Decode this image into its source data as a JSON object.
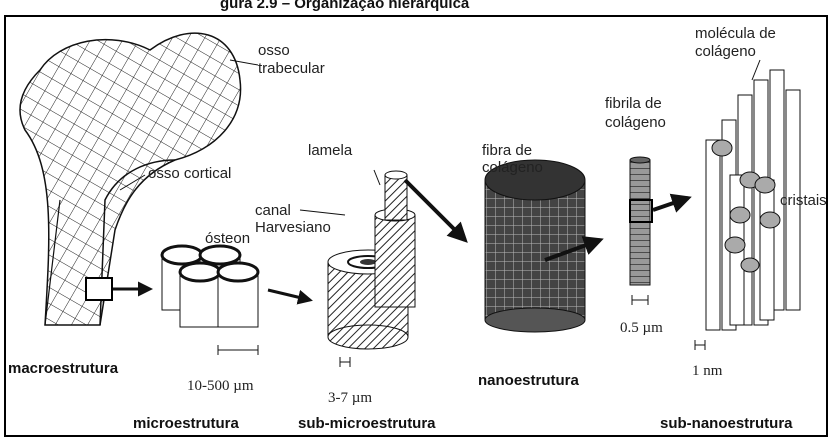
{
  "caption_partial": "gura 2.9 – Organização hierárquica",
  "labels": {
    "osso_trabecular_1": "osso",
    "osso_trabecular_2": "trabecular",
    "osso_cortical": "osso cortical",
    "osteon": "ósteon",
    "canal_1": "canal",
    "canal_2": "Harvesiano",
    "lamela": "lamela",
    "fibra_1": "fibra de",
    "fibra_2": "colágeno",
    "fibrila_1": "fibrila de",
    "fibrila_2": "colágeno",
    "molecula_1": "molécula de",
    "molecula_2": "colágeno",
    "cristais": "cristais"
  },
  "scales": {
    "micro": "10-500 µm",
    "submicro": "3-7 µm",
    "fibril": "0.5 µm",
    "molecule": "1 nm"
  },
  "levels": {
    "macro": "macroestrutura",
    "micro": "microestrutura",
    "submicro": "sub-microestrutura",
    "nano": "nanoestrutura",
    "subnano": "sub-nanoestrutura"
  }
}
